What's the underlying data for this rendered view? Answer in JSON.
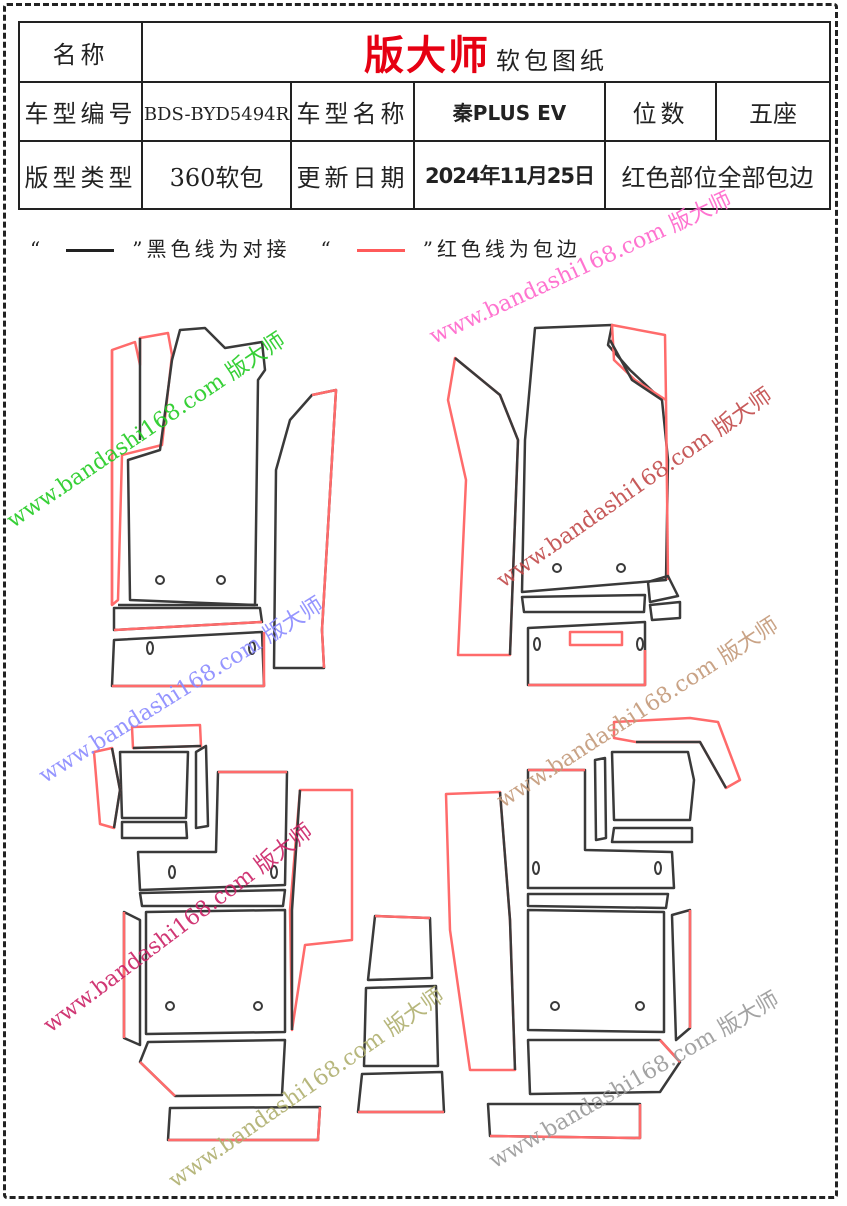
{
  "header": {
    "name_label": "名称",
    "brand": "版大师",
    "doc_type": "软包图纸",
    "model_code_label": "车型编号",
    "model_code": "BDS-BYD5494R",
    "model_name_label": "车型名称",
    "model_name": "秦PLUS EV",
    "seats_label": "位数",
    "seats_value": "五座",
    "pattern_type_label": "版型类型",
    "pattern_type": "360软包",
    "update_label": "更新日期",
    "update_date": "2024年11月25日",
    "note": "红色部位全部包边"
  },
  "legend": {
    "open_quote": "“",
    "close_quote": "”",
    "black_text": "黑色线为对接",
    "red_text": "红色线为包边"
  },
  "colors": {
    "seam_black": "#3a3a3a",
    "edge_red": "#ff6b6b",
    "title_red": "#e60012"
  },
  "watermarks": [
    {
      "text": "www.bandashi168.com 版大师",
      "color": "#22cc22"
    },
    {
      "text": "www.bandashi168.com 版大师",
      "color": "#ff66cc"
    },
    {
      "text": "www.bandashi168.com 版大师",
      "color": "#c24a4a"
    },
    {
      "text": "www.bandashi168.com 版大师",
      "color": "#c49a7a"
    },
    {
      "text": "www.bandashi168.com 版大师",
      "color": "#8a8aff"
    },
    {
      "text": "www.bandashi168.com 版大师",
      "color": "#cc2266"
    },
    {
      "text": "www.bandashi168.com 版大师",
      "color": "#b0b070"
    },
    {
      "text": "www.bandashi168.com 版大师",
      "color": "#a0a0a0"
    },
    {
      "text": "www.bandashi168.com 版大师",
      "color": "#9a9a9a"
    },
    {
      "text": "www.bandashi168.com 版大师",
      "color": "#b0b070"
    }
  ]
}
